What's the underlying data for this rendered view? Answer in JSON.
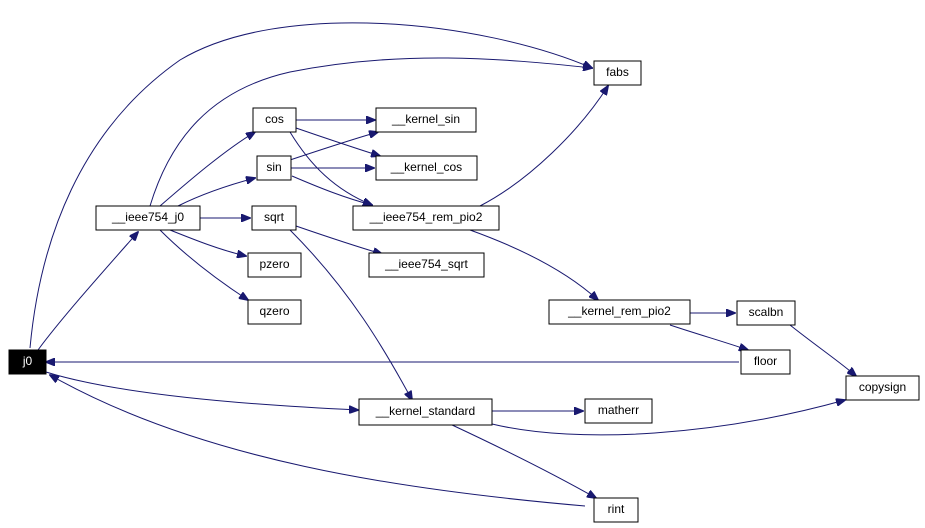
{
  "graph": {
    "edge_color": "#191970",
    "nodes": {
      "j0": {
        "label": "j0",
        "root": true
      },
      "ieee754_j0": {
        "label": "__ieee754_j0"
      },
      "fabs": {
        "label": "fabs"
      },
      "cos": {
        "label": "cos"
      },
      "sin": {
        "label": "sin"
      },
      "sqrt": {
        "label": "sqrt"
      },
      "pzero": {
        "label": "pzero"
      },
      "qzero": {
        "label": "qzero"
      },
      "kernel_sin": {
        "label": "__kernel_sin"
      },
      "kernel_cos": {
        "label": "__kernel_cos"
      },
      "ieee754_rem_pio2": {
        "label": "__ieee754_rem_pio2"
      },
      "ieee754_sqrt": {
        "label": "__ieee754_sqrt"
      },
      "kernel_rem_pio2": {
        "label": "__kernel_rem_pio2"
      },
      "scalbn": {
        "label": "scalbn"
      },
      "floor": {
        "label": "floor"
      },
      "copysign": {
        "label": "copysign"
      },
      "kernel_standard": {
        "label": "__kernel_standard"
      },
      "matherr": {
        "label": "matherr"
      },
      "rint": {
        "label": "rint"
      }
    },
    "edges": [
      {
        "from": "j0",
        "to": "ieee754_j0"
      },
      {
        "from": "j0",
        "to": "fabs"
      },
      {
        "from": "j0",
        "to": "kernel_standard"
      },
      {
        "from": "ieee754_j0",
        "to": "fabs"
      },
      {
        "from": "ieee754_j0",
        "to": "cos"
      },
      {
        "from": "ieee754_j0",
        "to": "sin"
      },
      {
        "from": "ieee754_j0",
        "to": "sqrt"
      },
      {
        "from": "ieee754_j0",
        "to": "pzero"
      },
      {
        "from": "ieee754_j0",
        "to": "qzero"
      },
      {
        "from": "cos",
        "to": "kernel_sin"
      },
      {
        "from": "cos",
        "to": "kernel_cos"
      },
      {
        "from": "cos",
        "to": "ieee754_rem_pio2"
      },
      {
        "from": "sin",
        "to": "kernel_sin"
      },
      {
        "from": "sin",
        "to": "kernel_cos"
      },
      {
        "from": "sin",
        "to": "ieee754_rem_pio2"
      },
      {
        "from": "sqrt",
        "to": "ieee754_sqrt"
      },
      {
        "from": "sqrt",
        "to": "kernel_standard"
      },
      {
        "from": "ieee754_rem_pio2",
        "to": "fabs"
      },
      {
        "from": "ieee754_rem_pio2",
        "to": "kernel_rem_pio2"
      },
      {
        "from": "kernel_rem_pio2",
        "to": "scalbn"
      },
      {
        "from": "kernel_rem_pio2",
        "to": "floor"
      },
      {
        "from": "scalbn",
        "to": "copysign"
      },
      {
        "from": "floor",
        "to": "j0"
      },
      {
        "from": "kernel_standard",
        "to": "matherr"
      },
      {
        "from": "kernel_standard",
        "to": "copysign"
      },
      {
        "from": "kernel_standard",
        "to": "rint"
      },
      {
        "from": "rint",
        "to": "j0"
      }
    ]
  }
}
